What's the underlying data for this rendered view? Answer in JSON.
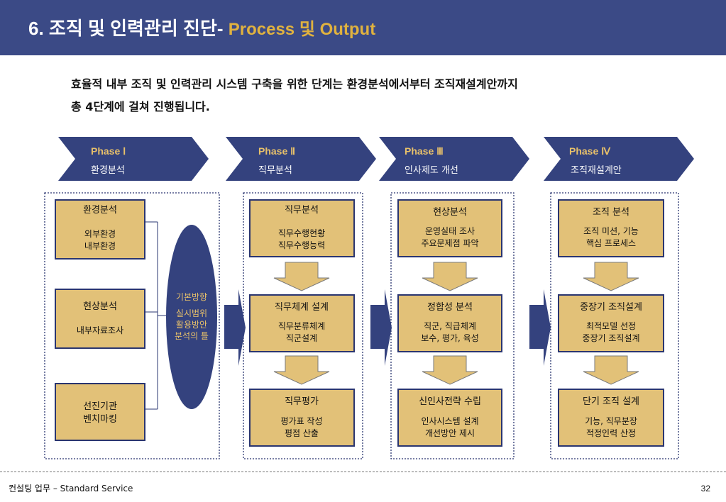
{
  "header": {
    "title_main": "6. 조직 및 인력관리 진단- ",
    "title_sub": "Process 및 Output"
  },
  "intro": {
    "line1": "효율적 내부 조직 및 인력관리 시스템 구축을 위한 단계는 환경분석에서부터 조직재설계안까지",
    "line2_prefix": "총 ",
    "line2_number": "4",
    "line2_suffix": "단계에 걸쳐 진행됩니다."
  },
  "phases": [
    {
      "name": "Phase Ⅰ",
      "sub": "환경분석"
    },
    {
      "name": "Phase Ⅱ",
      "sub": "직무분석"
    },
    {
      "name": "Phase Ⅲ",
      "sub": "인사제도 개선"
    },
    {
      "name": "Phase Ⅳ",
      "sub": "조직재설계안"
    }
  ],
  "column1": [
    {
      "title": "환경분석",
      "lines": [
        "외부환경",
        "내부환경"
      ]
    },
    {
      "title": "현상분석",
      "lines": [
        "내부자료조사"
      ]
    },
    {
      "title": "",
      "lines": [
        "선진기관",
        "벤치마킹"
      ]
    }
  ],
  "ellipse": {
    "lines": [
      "기본방향",
      "실시범위",
      "활용방안",
      "분석의 틀"
    ]
  },
  "column2": [
    {
      "title": "직무분석",
      "lines": [
        "직무수행현황",
        "직무수행능력"
      ]
    },
    {
      "title": "직무체계 설계",
      "lines": [
        "직무분류체계",
        "직군설계"
      ]
    },
    {
      "title": "직무평가",
      "lines": [
        "평가표 작성",
        "평점 산출"
      ]
    }
  ],
  "column3": [
    {
      "title": "현상분석",
      "lines": [
        "운영실태 조사",
        "주요문제점 파악"
      ]
    },
    {
      "title": "정합성 분석",
      "lines": [
        "직군, 직급체계",
        "보수, 평가, 육성"
      ]
    },
    {
      "title": "신인사전략 수립",
      "lines": [
        "인사시스템 설계",
        "개선방안 제시"
      ]
    }
  ],
  "column4": [
    {
      "title": "조직 분석",
      "lines": [
        "조직 미션, 기능",
        "핵심 프로세스"
      ]
    },
    {
      "title": "중장기 조직설계",
      "lines": [
        "최적모델 선정",
        "중장기 조직설계"
      ]
    },
    {
      "title": "단기 조직 설계",
      "lines": [
        "기능, 직무분장",
        "적정인력 산정"
      ]
    }
  ],
  "footer": {
    "left": "컨설팅 업무 – Standard Service",
    "page": "32"
  },
  "colors": {
    "header_bg": "#3b4a86",
    "title_accent": "#e0b23f",
    "box_fill": "#e2c178",
    "box_border": "#2a3570",
    "navy": "#34427e",
    "arrow_fill": "#e2c178"
  }
}
